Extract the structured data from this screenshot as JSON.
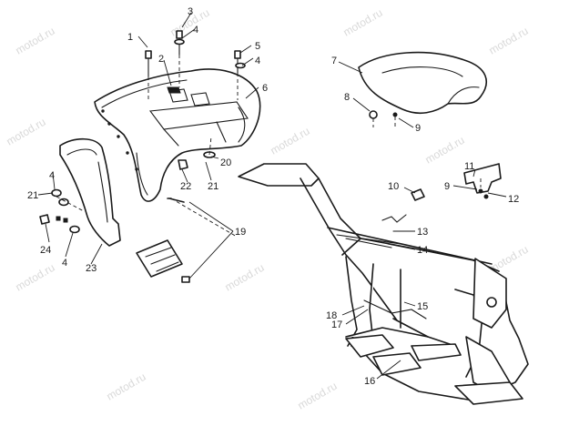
{
  "watermark": "motod.ru",
  "callouts": [
    {
      "label": "1"
    },
    {
      "label": "2"
    },
    {
      "label": "3"
    },
    {
      "label": "4"
    },
    {
      "label": "5"
    },
    {
      "label": "4"
    },
    {
      "label": "6"
    },
    {
      "label": "7"
    },
    {
      "label": "8"
    },
    {
      "label": "9"
    },
    {
      "label": "10"
    },
    {
      "label": "11"
    },
    {
      "label": "9"
    },
    {
      "label": "12"
    },
    {
      "label": "13"
    },
    {
      "label": "14"
    },
    {
      "label": "15"
    },
    {
      "label": "16"
    },
    {
      "label": "17"
    },
    {
      "label": "18"
    },
    {
      "label": "19"
    },
    {
      "label": "20"
    },
    {
      "label": "21"
    },
    {
      "label": "22"
    },
    {
      "label": "4"
    },
    {
      "label": "21"
    },
    {
      "label": "24"
    },
    {
      "label": "4"
    },
    {
      "label": "23"
    }
  ]
}
